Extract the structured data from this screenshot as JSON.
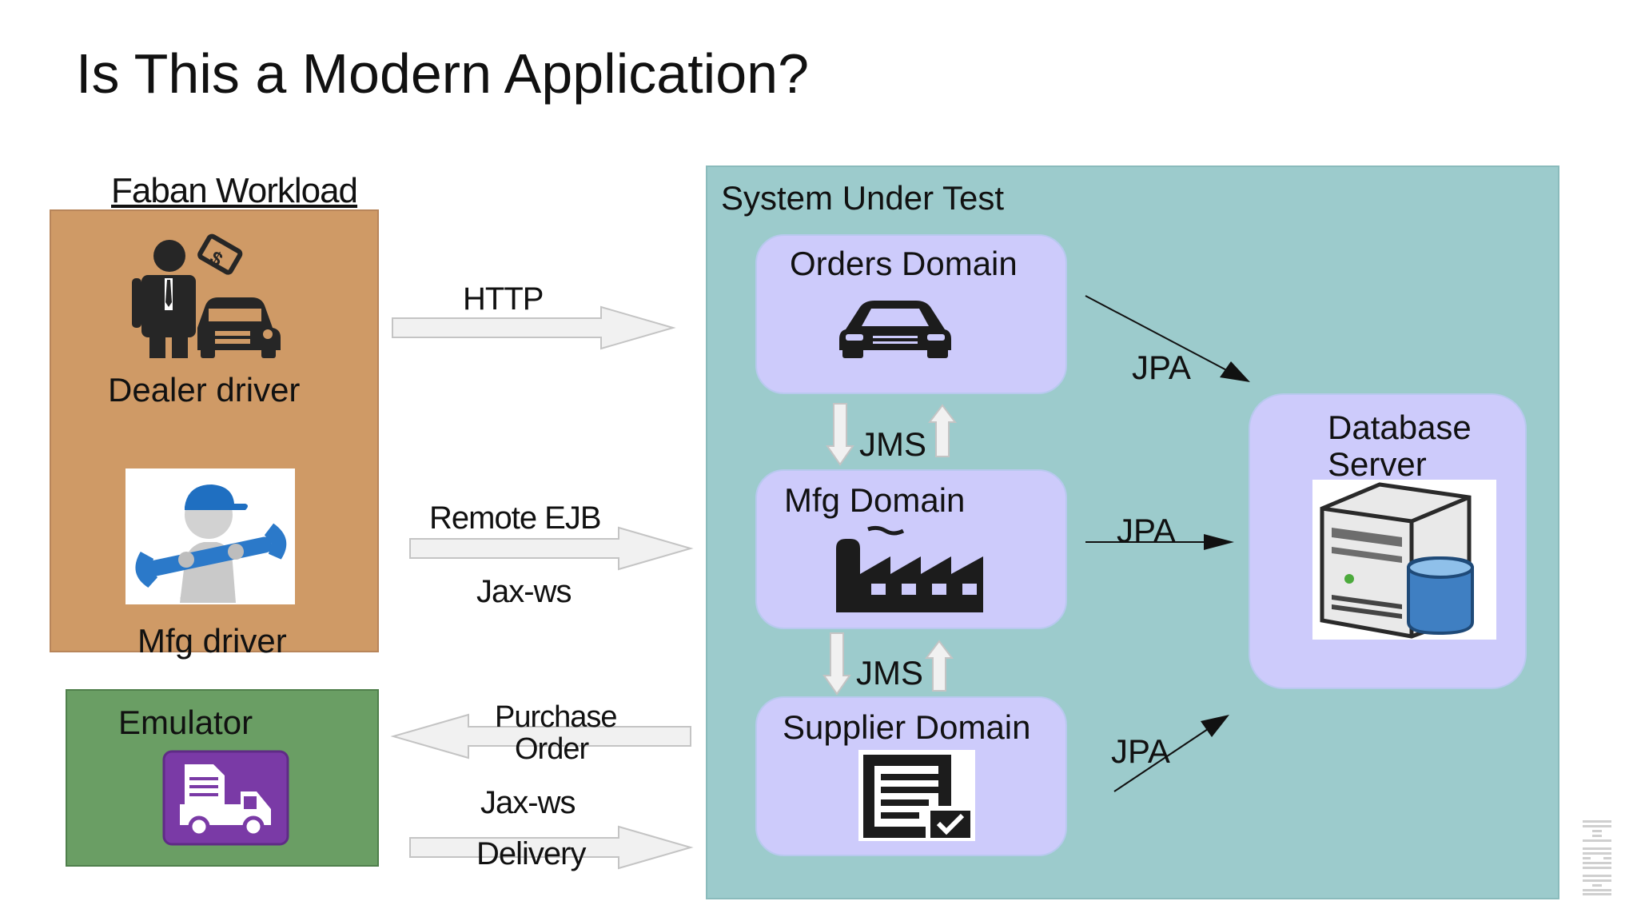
{
  "title": "Is This a Modern Application?",
  "faban": {
    "title": "Faban Workload",
    "dealer_label": "Dealer driver",
    "mfg_label": "Mfg driver"
  },
  "emulator": {
    "label": "Emulator"
  },
  "arrows": {
    "http": "HTTP",
    "remote_ejb": "Remote EJB",
    "jaxws_1": "Jax-ws",
    "purchase_order_line1": "Purchase",
    "purchase_order_line2": "Order",
    "jaxws_2": "Jax-ws",
    "delivery": "Delivery"
  },
  "sut": {
    "label": "System Under Test",
    "orders": "Orders Domain",
    "mfg": "Mfg Domain",
    "supplier": "Supplier Domain",
    "jms_1": "JMS",
    "jms_2": "JMS",
    "jpa_1": "JPA",
    "jpa_2": "JPA",
    "jpa_3": "JPA",
    "database_line1": "Database",
    "database_line2": "Server"
  },
  "colors": {
    "faban_box": "#cf9a66",
    "emulator_box": "#6a9e64",
    "sut_box": "#9ccbcc",
    "domain_box": "#cdcbfb",
    "emulator_icon": "#7a3aa6"
  },
  "icons": [
    "dealer-car-icon",
    "mechanic-wrench-icon",
    "delivery-truck-icon",
    "car-icon",
    "factory-icon",
    "document-check-icon",
    "database-server-icon",
    "ibm-logo"
  ]
}
